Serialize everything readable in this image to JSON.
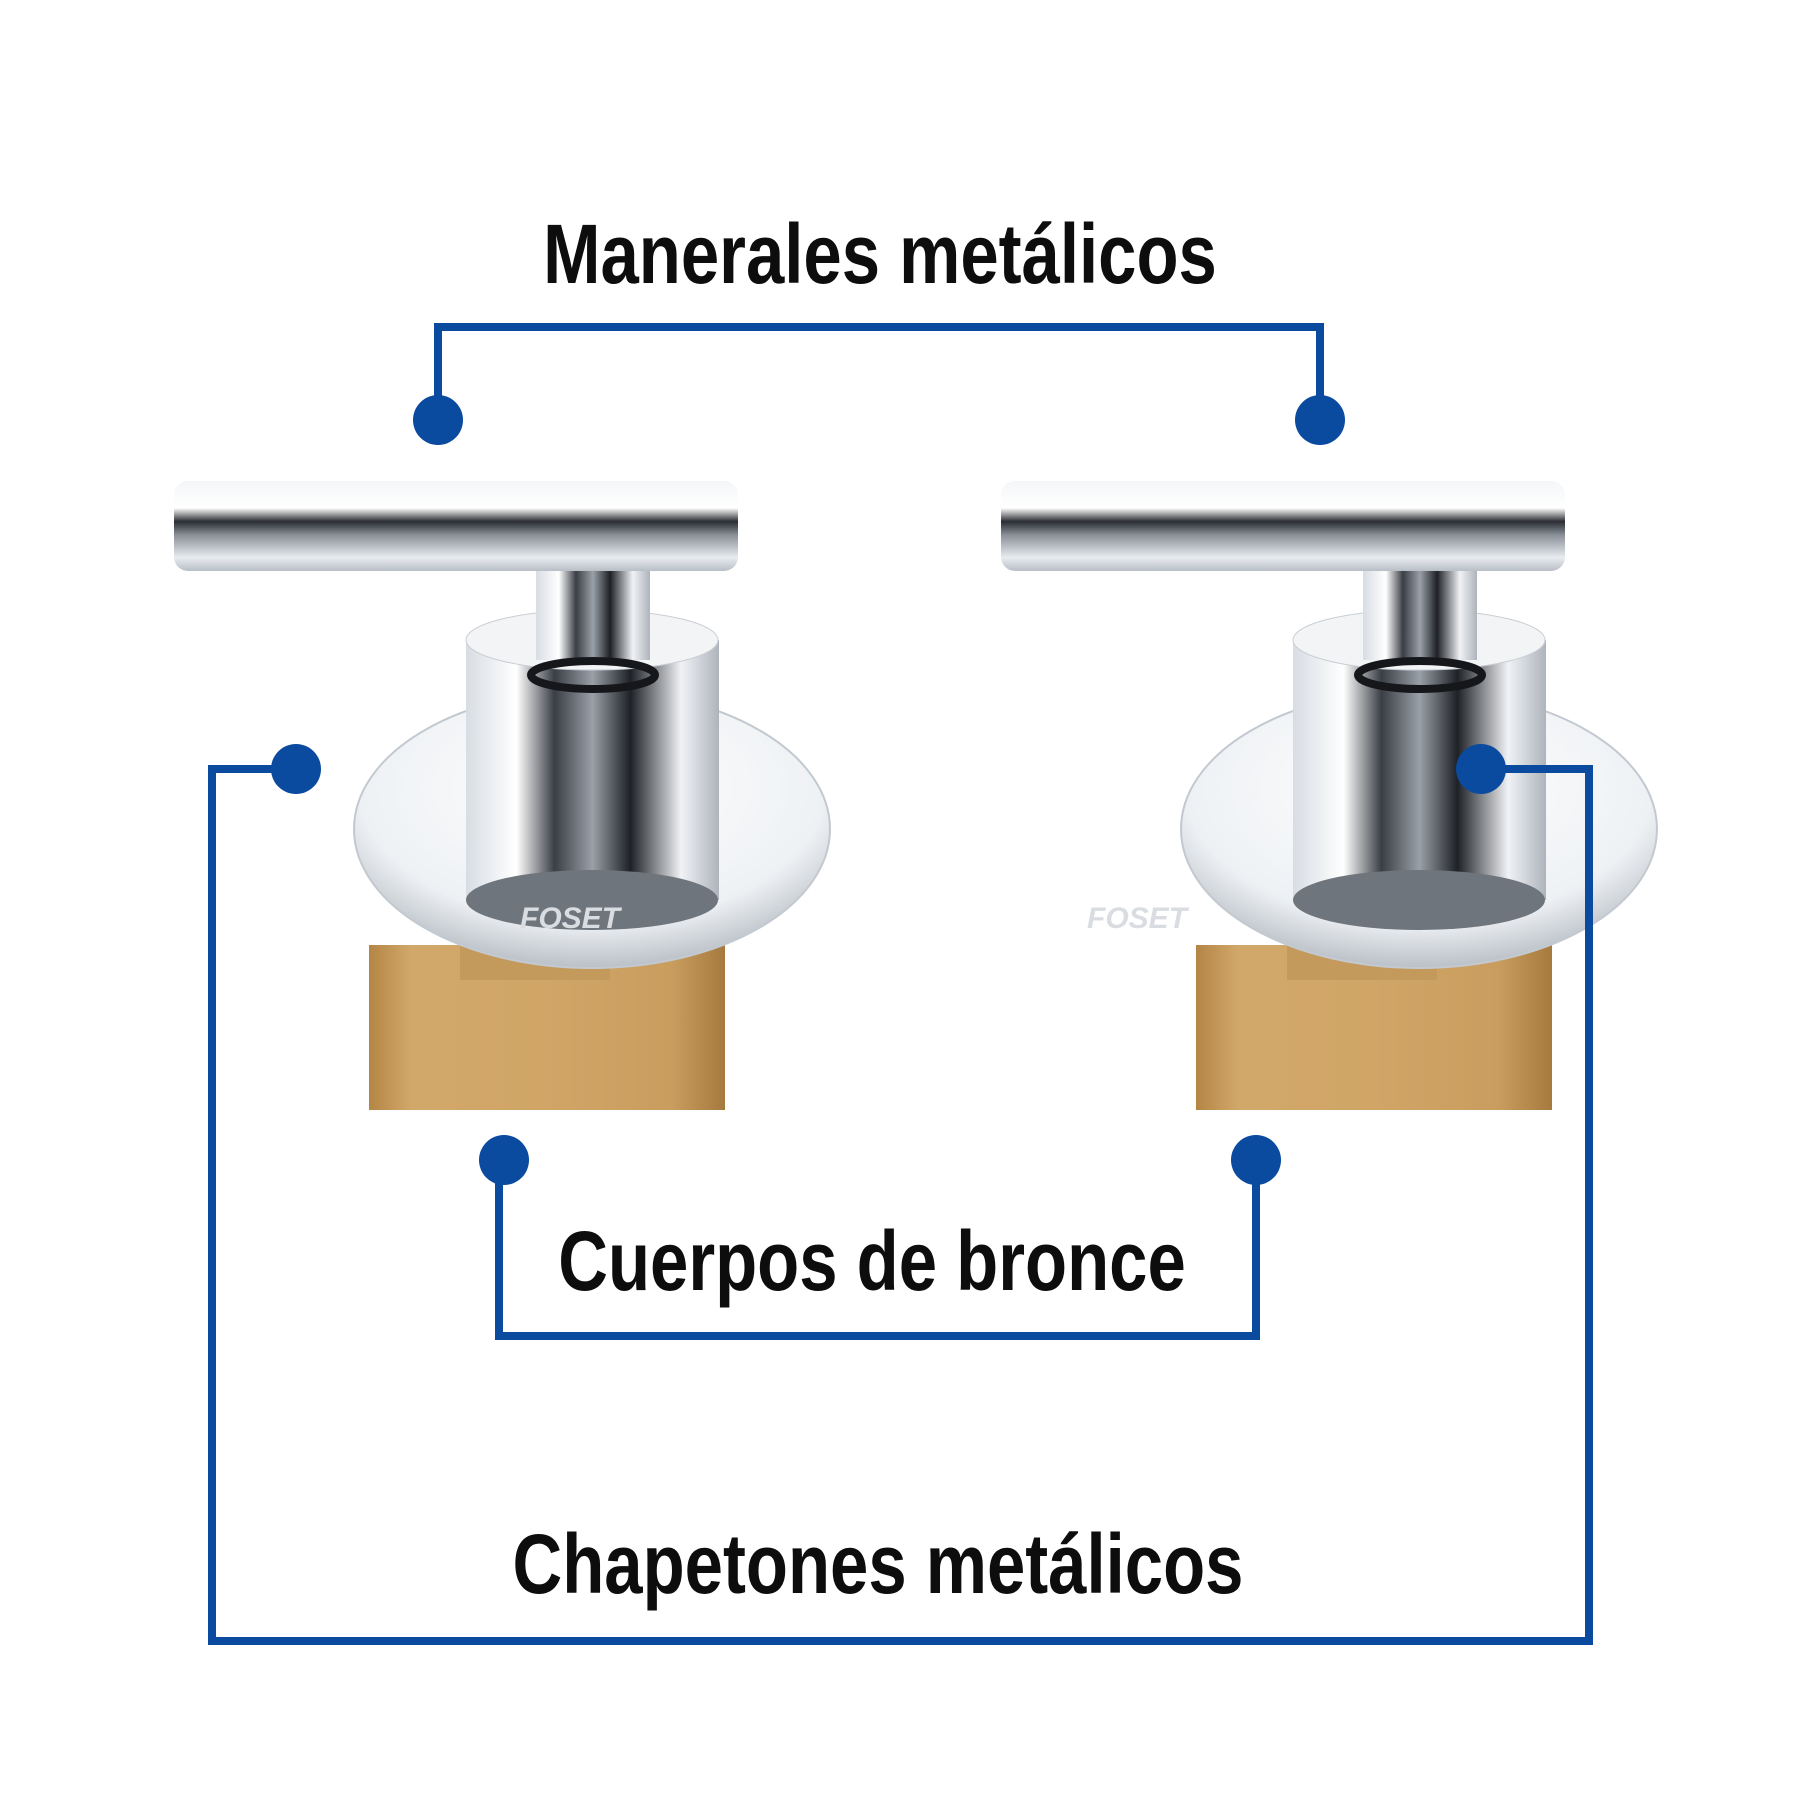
{
  "labels": {
    "handles": "Manerales metálicos",
    "bodies": "Cuerpos de bronce",
    "escutcheons": "Chapetones metálicos"
  },
  "brand_logo": "FOSET",
  "colors": {
    "accent": "#0a4a9f",
    "brass": "#c49a5c",
    "text": "#0d0d0d"
  }
}
